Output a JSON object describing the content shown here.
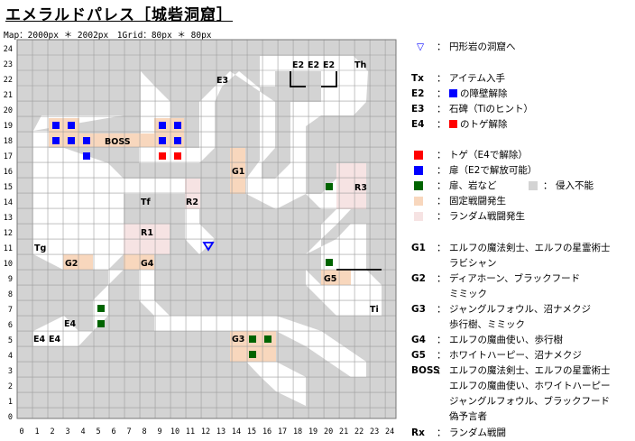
{
  "title": "エメラルドパレス［城砦洞窟］",
  "map_info": "Map：2000px ＊ 2002px　1Grid：80px ＊ 80px",
  "grid": {
    "cols": 25,
    "rows": 25
  },
  "colors": {
    "floor": "#ffffff",
    "rock": "#d3d3d3",
    "gridline": "#9c9c9c",
    "wall": "#000000",
    "battle_fixed": "#f8d7bd",
    "battle_random": "#f6e3e3",
    "trap": "#ff0000",
    "door": "#0000ff",
    "rock_obj": "#006400",
    "impassable": "#d3d3d3"
  },
  "map_labels": [
    {
      "text": "E3"
    },
    {
      "text": "E2"
    },
    {
      "text": "E2"
    },
    {
      "text": "E2"
    },
    {
      "text": "Th"
    },
    {
      "text": "BOSS"
    },
    {
      "text": "G1"
    },
    {
      "text": "R3"
    },
    {
      "text": "Tf"
    },
    {
      "text": "R2"
    },
    {
      "text": "R1"
    },
    {
      "text": "Tg"
    },
    {
      "text": "G2"
    },
    {
      "text": "G4"
    },
    {
      "text": "G5"
    },
    {
      "text": "Ti"
    },
    {
      "text": "E4"
    },
    {
      "text": "E4"
    },
    {
      "text": "E4"
    },
    {
      "text": "G3"
    }
  ],
  "legend": {
    "entrance": {
      "icon": "triangle-down-icon",
      "text": "円形岩の洞窟へ"
    },
    "keys": [
      {
        "key": "Tx",
        "text": "アイテム入手"
      },
      {
        "key": "E2",
        "color": "#0000ff",
        "text": "の障壁解除"
      },
      {
        "key": "E3",
        "text": "石碑（Tiのヒント）"
      },
      {
        "key": "E4",
        "color": "#ff0000",
        "text": "のトゲ解除"
      }
    ],
    "symbols": [
      {
        "color": "#ff0000",
        "text": "トゲ（E4で解除）"
      },
      {
        "color": "#0000ff",
        "text": "扉（E2で解放可能）"
      },
      {
        "color": "#006400",
        "text": "扉、岩など"
      },
      {
        "color": "#d3d3d3",
        "text": "侵入不能"
      },
      {
        "color": "#f8d7bd",
        "text": "固定戦闘発生"
      },
      {
        "color": "#f6e3e3",
        "text": "ランダム戦闘発生"
      }
    ],
    "groups": [
      {
        "key": "G1",
        "lines": [
          "エルフの魔法剣士、エルフの星霊術士",
          "ラビシャン"
        ]
      },
      {
        "key": "G2",
        "lines": [
          "ディアホーン、ブラックフード",
          "ミミック"
        ]
      },
      {
        "key": "G3",
        "lines": [
          "ジャングルフォウル、沼ナメクジ",
          "歩行樹、ミミック"
        ]
      },
      {
        "key": "G4",
        "lines": [
          "エルフの魔曲使い、歩行樹"
        ]
      },
      {
        "key": "G5",
        "lines": [
          "ホワイトハーピー、沼ナメクジ"
        ]
      },
      {
        "key": "BOSS",
        "lines": [
          "エルフの魔法剣士、エルフの星霊術士",
          "エルフの魔曲使い、ホワイトハーピー",
          "ジャングルフォウル、ブラックフード",
          "偽予言者"
        ]
      },
      {
        "key": "Rx",
        "lines": [
          "ランダム戦闘"
        ]
      }
    ]
  }
}
